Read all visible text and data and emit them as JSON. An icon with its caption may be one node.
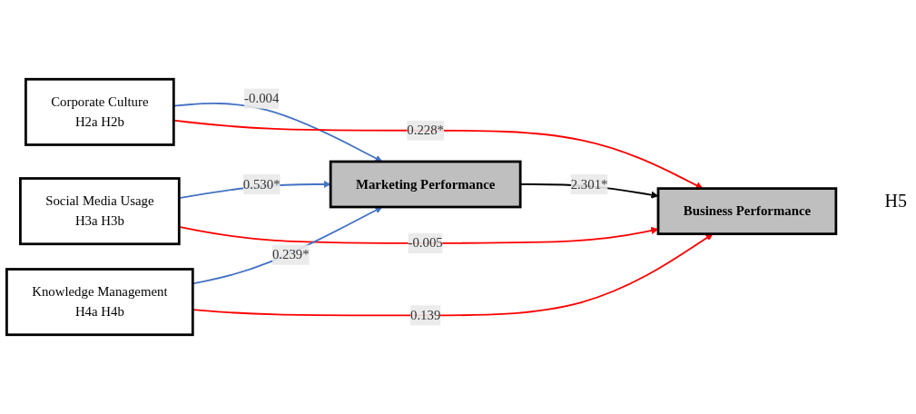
{
  "diagram": {
    "nodes": [
      {
        "text": [
          "Corporate Culture",
          "H2a H2b"
        ]
      },
      {
        "text": [
          "Social Media Usage",
          "H3a H3b"
        ]
      },
      {
        "text": [
          "Knowledge Management",
          "H4a H4b"
        ]
      },
      {
        "text": [
          "Marketing Performance"
        ]
      },
      {
        "text": [
          "Business Performance"
        ]
      }
    ],
    "edges": [
      {
        "from": 0,
        "to": 3,
        "arrow": "to",
        "label": "-0.004",
        "color": "#4472c4"
      },
      {
        "from": 0,
        "to": 4,
        "arrow": "to",
        "label": "0.228*",
        "color": "#ff0000"
      },
      {
        "from": 1,
        "to": 3,
        "arrow": "to",
        "label": "0.530*",
        "color": "#4472c4"
      },
      {
        "from": 1,
        "to": 4,
        "arrow": "to",
        "label": "-0.005",
        "color": "#ff0000"
      },
      {
        "from": 2,
        "to": 3,
        "arrow": "to",
        "label": "0.239*",
        "color": "#4472c4"
      },
      {
        "from": 2,
        "to": 4,
        "arrow": "to",
        "label": "0.139",
        "color": "#ff0000"
      },
      {
        "from": 3,
        "to": 4,
        "arrow": "to",
        "label": "2.301*",
        "color": "#000000"
      }
    ],
    "labels": [
      "H5"
    ]
  }
}
